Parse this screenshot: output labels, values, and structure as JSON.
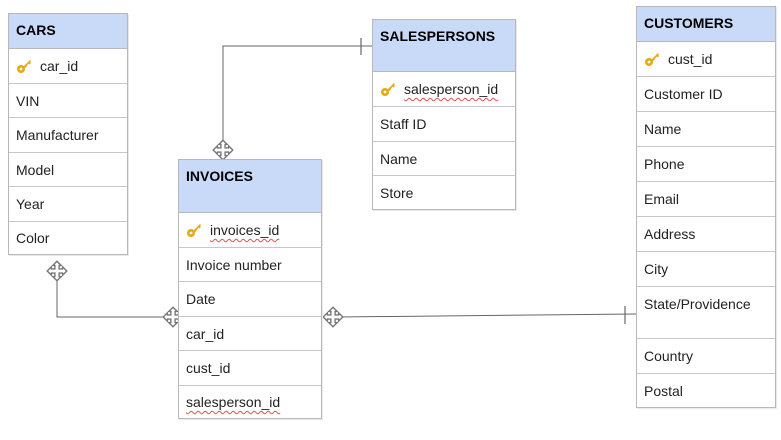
{
  "diagram": {
    "tables": {
      "cars": {
        "title": "CARS",
        "rows": [
          "car_id",
          "VIN",
          "Manufacturer",
          "Model",
          "Year",
          "Color"
        ]
      },
      "salespersons": {
        "title": "SALESPERSONS",
        "rows": [
          "salesperson_id",
          "Staff ID",
          "Name",
          "Store"
        ]
      },
      "invoices": {
        "title": "INVOICES",
        "rows": [
          "invoices_id",
          "Invoice number",
          "Date",
          "car_id",
          "cust_id",
          "salesperson_id"
        ]
      },
      "customers": {
        "title": "CUSTOMERS",
        "rows": [
          "cust_id",
          "Customer ID",
          "Name",
          "Phone",
          "Email",
          "Address",
          "City",
          "State/Providence",
          "Country",
          "Postal"
        ]
      }
    },
    "primary_key_icon": "key-icon",
    "relationships": [
      {
        "from": "salespersons",
        "to": "invoices",
        "from_end": "one",
        "to_end": "many"
      },
      {
        "from": "cars",
        "to": "invoices",
        "from_end": "many",
        "to_end": "many"
      },
      {
        "from": "customers",
        "to": "invoices",
        "from_end": "one",
        "to_end": "many"
      }
    ],
    "colors": {
      "header_fill": "#c9daf8",
      "border": "#b8b8b8",
      "connector": "#666666",
      "key_icon": "#e6a817",
      "spellcheck": "#e15050"
    }
  }
}
